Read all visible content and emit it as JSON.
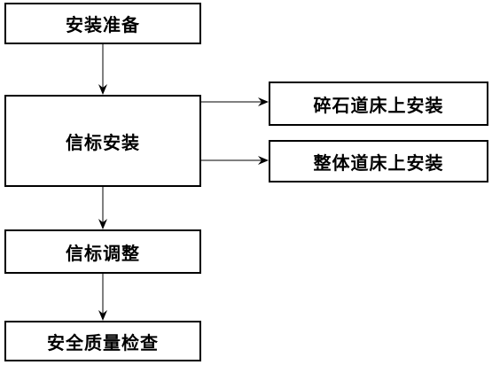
{
  "steps": {
    "prep": "安装准备",
    "install": "信标安装",
    "gravel": "碎石道床上安装",
    "slab": "整体道床上安装",
    "adjust": "信标调整",
    "check": "安全质量检查"
  }
}
